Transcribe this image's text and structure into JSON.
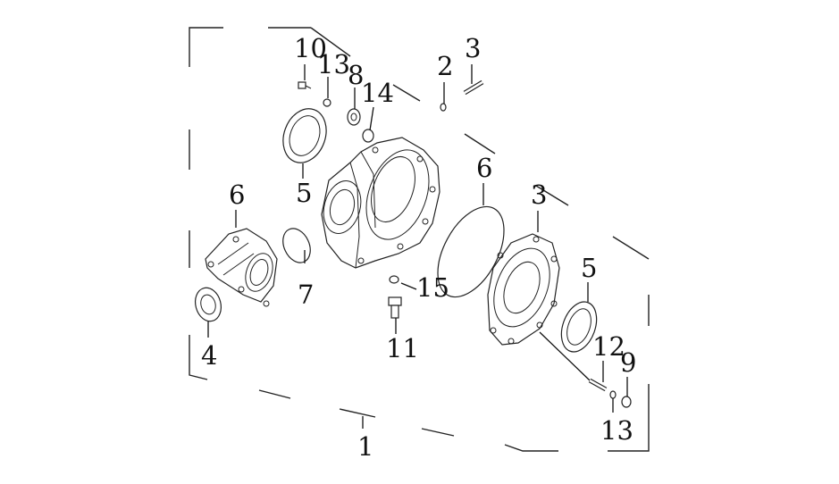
{
  "diagram": {
    "type": "exploded-parts-diagram",
    "callouts": [
      {
        "id": "c10",
        "text": "10"
      },
      {
        "id": "c13a",
        "text": "13"
      },
      {
        "id": "c8",
        "text": "8"
      },
      {
        "id": "c14",
        "text": "14"
      },
      {
        "id": "c2",
        "text": "2"
      },
      {
        "id": "c3a",
        "text": "3"
      },
      {
        "id": "c6a",
        "text": "6"
      },
      {
        "id": "c5a",
        "text": "5"
      },
      {
        "id": "c7",
        "text": "7"
      },
      {
        "id": "c4",
        "text": "4"
      },
      {
        "id": "c6b",
        "text": "6"
      },
      {
        "id": "c15",
        "text": "15"
      },
      {
        "id": "c11",
        "text": "11"
      },
      {
        "id": "c3b",
        "text": "3"
      },
      {
        "id": "c5b",
        "text": "5"
      },
      {
        "id": "c12",
        "text": "12"
      },
      {
        "id": "c9",
        "text": "9"
      },
      {
        "id": "c13b",
        "text": "13"
      },
      {
        "id": "c1",
        "text": "1"
      }
    ]
  }
}
